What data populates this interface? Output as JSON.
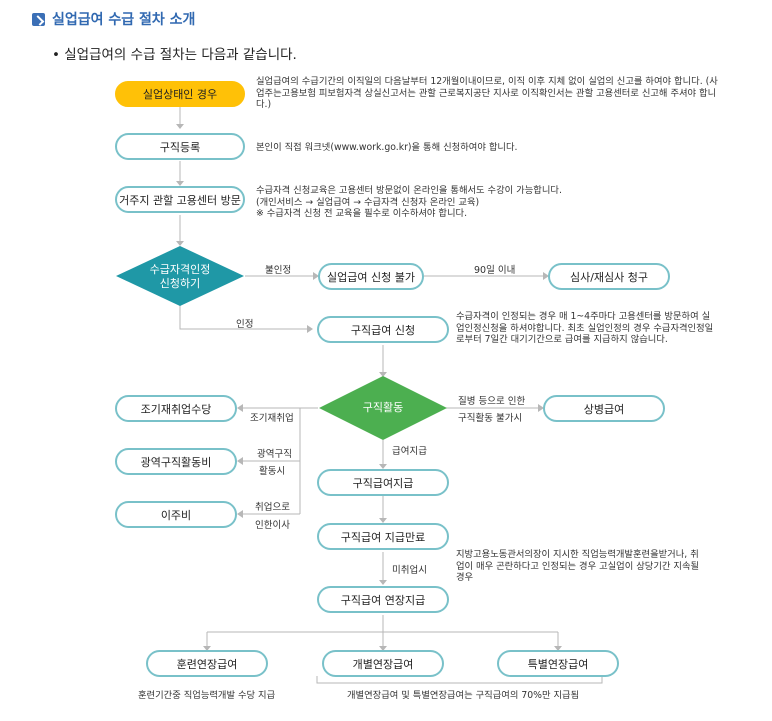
{
  "header": {
    "title": "실업급여 수급 절차 소개",
    "subtitle": "• 실업급여의 수급 절차는 다음과 같습니다."
  },
  "nodes": {
    "unemployed": "실업상태인 경우",
    "job_register": "구직등록",
    "visit_center": "거주지 관할 고용센터 방문",
    "qualify": "수급자격인정\n신청하기",
    "not_allowed": "실업급여 신청 불가",
    "review": "심사/재심사 청구",
    "apply": "구직급여 신청",
    "job_activity": "구직활동",
    "sickness": "상병급여",
    "early_reemploy": "조기재취업수당",
    "wide_area": "광역구직활동비",
    "relocation": "이주비",
    "job_pay": "구직급여지급",
    "pay_end": "구직급여 지급만료",
    "extension": "구직급여 연장지급",
    "training_ext": "훈련연장급여",
    "individual_ext": "개별연장급여",
    "special_ext": "특별연장급여"
  },
  "notes": {
    "unemployed": "실업급여의 수급기간의 이직일의 다음날부터 12개월이내이므로, 이직 이후 지체 없이 실업의 신고를 하여야 합니다. (사업주는고용보험 피보험자격 상실신고서는 관할 근로복지공단 지사로 이직확인서는 관할 고용센터로 신고해 주셔야 합니다.)",
    "job_register": "본인이 직접 워크넷(www.work.go.kr)을 통해 신청하여야 합니다.",
    "visit_center_1": "수급자격 신청교육은 고용센터 방문없이 온라인을 통해서도 수강이 가능합니다.",
    "visit_center_2": "(개인서비스 → 실업급여 → 수급자격 신청자 온라인 교육)",
    "visit_center_3": "※ 수급자격 신청 전 교육을 필수로 이수하셔야 합니다.",
    "apply": "수급자격이 인정되는 경우 매 1~4주마다 고용센터를 방문하여 실업인정신청을 하셔야합니다. 최초 실업인정의 경우 수급자격인정일로부터 7일간 대기기간으로 급여를 지급하지 않습니다.",
    "extension": "지방고용노동관서의장이 지시한 직업능력개발훈련을받거나, 취업이 매우 곤란하다고 인정되는 경우 고실업이 상당기간 지속될 경우",
    "training_ext": "훈련기간중 직업능력개발 수당 지급",
    "individual_special_ext": "개별연장급여 및 특별연장급여는 구직급여의 70%만 지급됨"
  },
  "edge_labels": {
    "disapproved": "불인정",
    "within_90": "90일 이내",
    "approved": "인정",
    "sickness": "질병 등으로 인한",
    "cannot_search": "구직활동 불가시",
    "early_reemploy": "조기재취업",
    "wide_area_1": "광역구직",
    "wide_area_2": "활동시",
    "relocation_1": "취업으로",
    "relocation_2": "인한이사",
    "pay": "급여지급",
    "not_employed": "미취업시"
  },
  "colors": {
    "accent_blue": "#3169b1",
    "pill_border": "#79c1c9",
    "start_fill": "#ffc107",
    "diamond_teal": "#1f98a6",
    "diamond_green": "#4caf50"
  }
}
